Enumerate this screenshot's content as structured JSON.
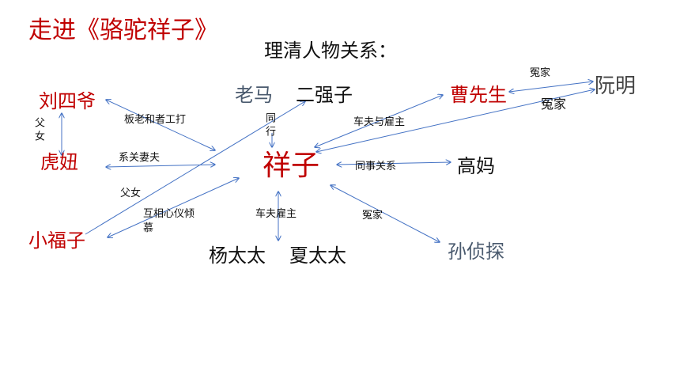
{
  "title": "走进《骆驼祥子》",
  "subtitle": "理清人物关系：",
  "nodes": {
    "xiangzi": "祥子",
    "liusiye": "刘四爷",
    "huniu": "虎妞",
    "xiaofuzi": "小福子",
    "laoma": "老马",
    "erqiangzi": "二强子",
    "caoxiansheng": "曹先生",
    "ruanming": "阮明",
    "gaoma": "高妈",
    "sunzhentan": "孙侦探",
    "yangtaitai": "杨太太",
    "xiataitai": "夏太太"
  },
  "relations": {
    "liusiye_huniu": "父女",
    "liusiye_xiangzi": "板老和者工打",
    "huniu_xiangzi": "系关妻夫",
    "erqiangzi_xiaofuzi": "父女",
    "xiaofuzi_xiangzi": "互相心仪倾慕",
    "laoma_xiangzi": "同行",
    "cao_xiangzi": "车夫与雇主",
    "cao_ruanming": "冤家",
    "ruanming_xiangzi": "冤家",
    "gaoma_xiangzi": "同事关系",
    "sun_xiangzi": "冤家",
    "taitai_xiangzi": "车夫雇主"
  },
  "colors": {
    "red": "#c00000",
    "arrow": "#4472c4",
    "slate": "#4a5a6e"
  }
}
